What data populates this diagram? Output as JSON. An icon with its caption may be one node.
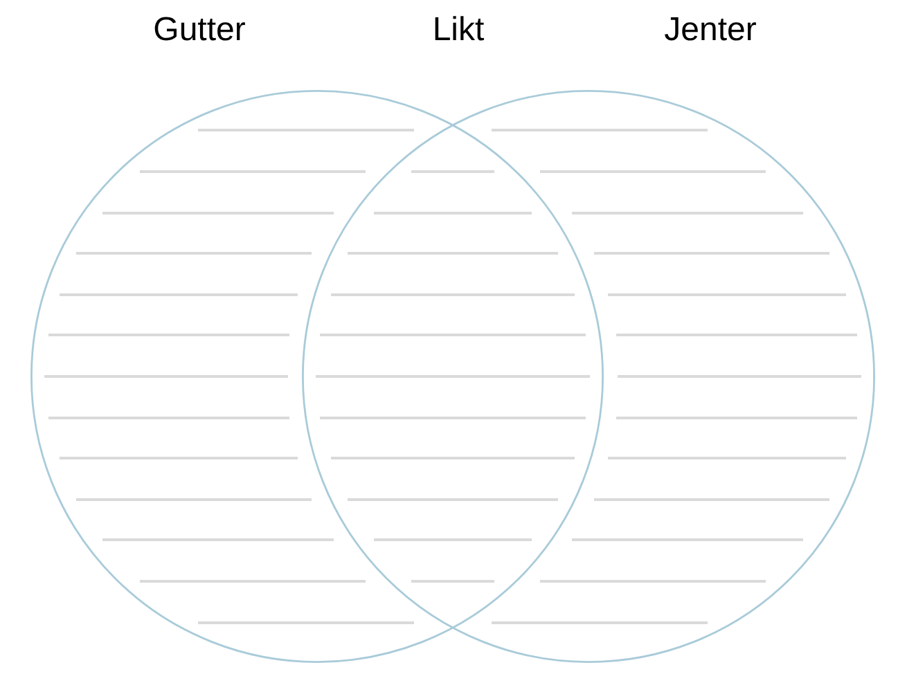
{
  "diagram": {
    "nodes": [
      {
        "text": [
          "Gutter"
        ]
      },
      {
        "text": [
          "Jenter"
        ]
      }
    ],
    "labels": [
      "Likt"
    ]
  }
}
